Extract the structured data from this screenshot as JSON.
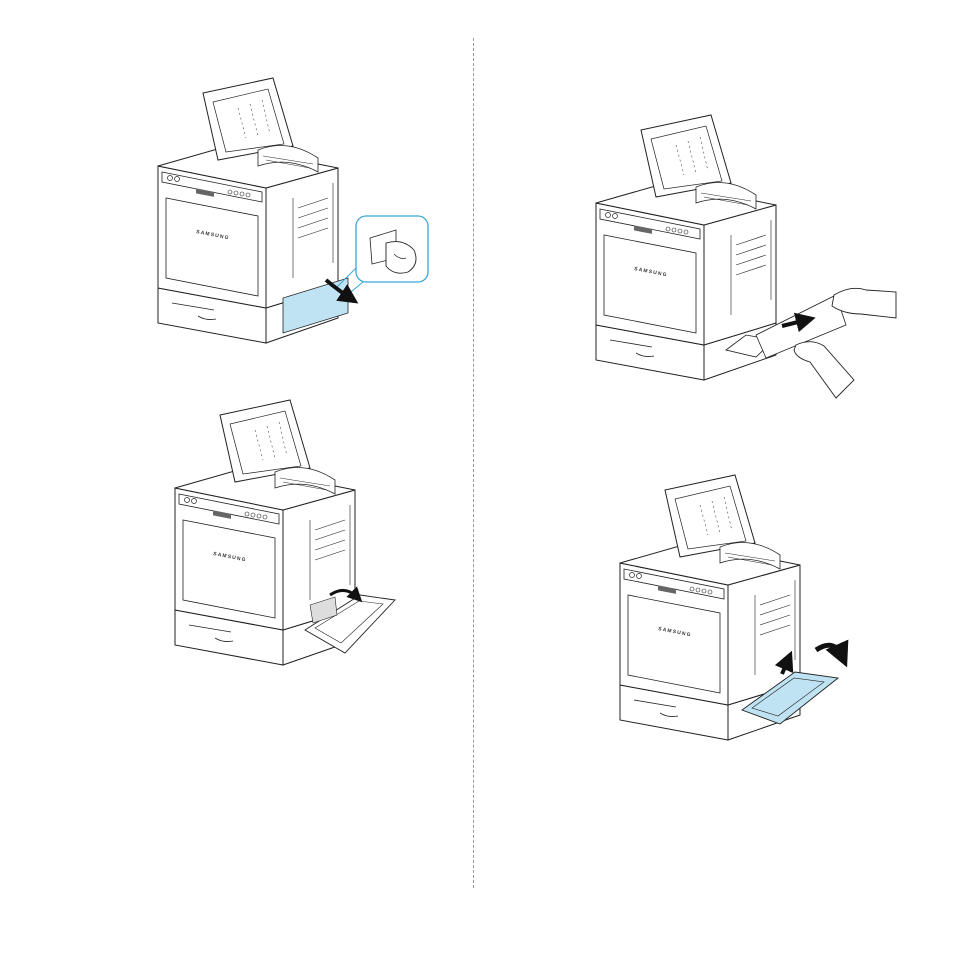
{
  "page": {
    "background": "#ffffff",
    "divider_style": "dashed",
    "highlight_color": "#bfe3f2",
    "outline_color": "#222222"
  },
  "figures": [
    {
      "id": "fig-1",
      "description_icons": [
        "printer-icon",
        "hand-icon",
        "arrow-icon",
        "zoom-callout-icon"
      ],
      "brand_label": "SAMSUNG"
    },
    {
      "id": "fig-2",
      "description_icons": [
        "printer-icon",
        "hand-icon",
        "paper-icon",
        "arrow-icon"
      ],
      "brand_label": "SAMSUNG"
    },
    {
      "id": "fig-3",
      "description_icons": [
        "printer-icon",
        "arrow-icon",
        "tray-icon"
      ],
      "brand_label": "SAMSUNG"
    },
    {
      "id": "fig-4",
      "description_icons": [
        "printer-icon",
        "arrow-icon",
        "tray-icon"
      ],
      "brand_label": "SAMSUNG"
    }
  ]
}
